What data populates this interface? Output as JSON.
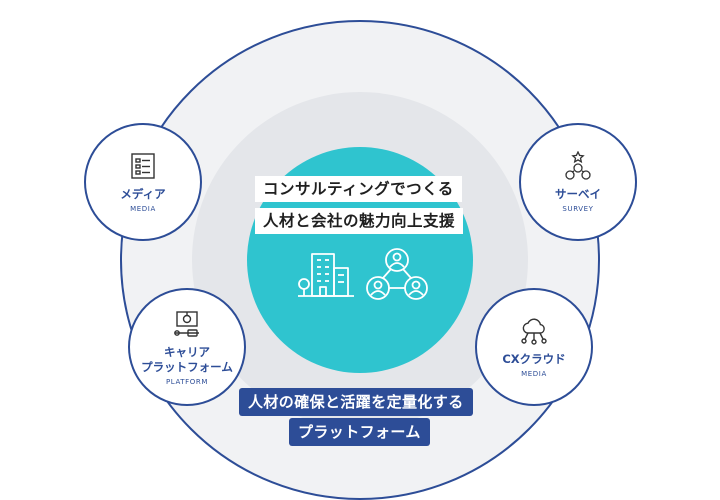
{
  "center": {
    "headline_line1": "コンサルティングでつくる",
    "headline_line2": "人材と会社の魅力向上支援",
    "icons": [
      "office-buildings-icon",
      "team-network-icon"
    ]
  },
  "satellites": {
    "media": {
      "title": "メディア",
      "subtitle": "MEDIA",
      "icon": "document-list-icon"
    },
    "survey": {
      "title": "サーベイ",
      "subtitle": "SURVEY",
      "icon": "people-hierarchy-star-icon"
    },
    "platform": {
      "title_line1": "キャリア",
      "title_line2": "プラットフォーム",
      "subtitle": "PLATFORM",
      "icon": "toolbox-icon"
    },
    "cx": {
      "title": "CXクラウド",
      "subtitle": "MEDIA",
      "icon": "cloud-network-icon"
    }
  },
  "banner": {
    "line1": "人材の確保と活躍を定量化する",
    "line2": "プラットフォーム"
  },
  "colors": {
    "navy": "#2d4d97",
    "teal": "#2fc4cf",
    "outer_fill": "#f1f2f4",
    "inner_fill": "#e4e6ea"
  }
}
